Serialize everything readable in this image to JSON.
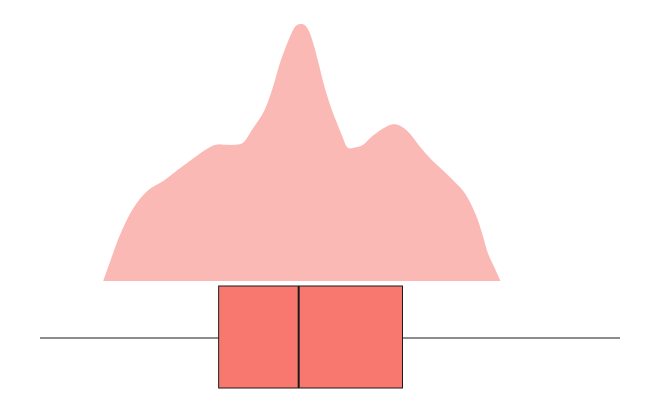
{
  "chart_data": {
    "type": "area",
    "title": "",
    "xlabel": "",
    "ylabel": "",
    "grid": false,
    "legend": "none",
    "x_range": [
      0,
      100
    ],
    "colors": {
      "density_fill": "#fbb9b6",
      "box_fill": "#f8786f",
      "outline": "#1a1a1a"
    },
    "density": {
      "x": [
        10.9,
        12.0,
        13.8,
        16.0,
        18.5,
        21.3,
        23.6,
        26.0,
        28.5,
        30.3,
        32.0,
        33.5,
        35.1,
        36.6,
        38.6,
        40.1,
        41.4,
        42.9,
        44.0,
        45.1,
        45.9,
        46.6,
        47.3,
        48.0,
        49.0,
        50.1,
        51.1,
        52.0,
        53.0,
        54.4,
        55.7,
        57.1,
        58.9,
        60.8,
        62.4,
        63.9,
        65.6,
        67.6,
        69.5,
        71.3,
        73.3,
        75.1,
        76.3,
        77.2,
        78.4,
        79.4
      ],
      "density": [
        0.0,
        0.07,
        0.18,
        0.28,
        0.35,
        0.39,
        0.43,
        0.47,
        0.51,
        0.53,
        0.53,
        0.53,
        0.54,
        0.59,
        0.66,
        0.75,
        0.85,
        0.94,
        0.99,
        1.0,
        0.99,
        0.96,
        0.91,
        0.85,
        0.76,
        0.68,
        0.62,
        0.57,
        0.52,
        0.52,
        0.53,
        0.56,
        0.59,
        0.61,
        0.6,
        0.57,
        0.52,
        0.47,
        0.43,
        0.39,
        0.34,
        0.26,
        0.18,
        0.11,
        0.05,
        0.0
      ]
    },
    "boxplot": {
      "whisker_low": 0.0,
      "q1": 30.8,
      "median": 44.6,
      "q3": 62.5,
      "whisker_high": 100.0
    }
  }
}
